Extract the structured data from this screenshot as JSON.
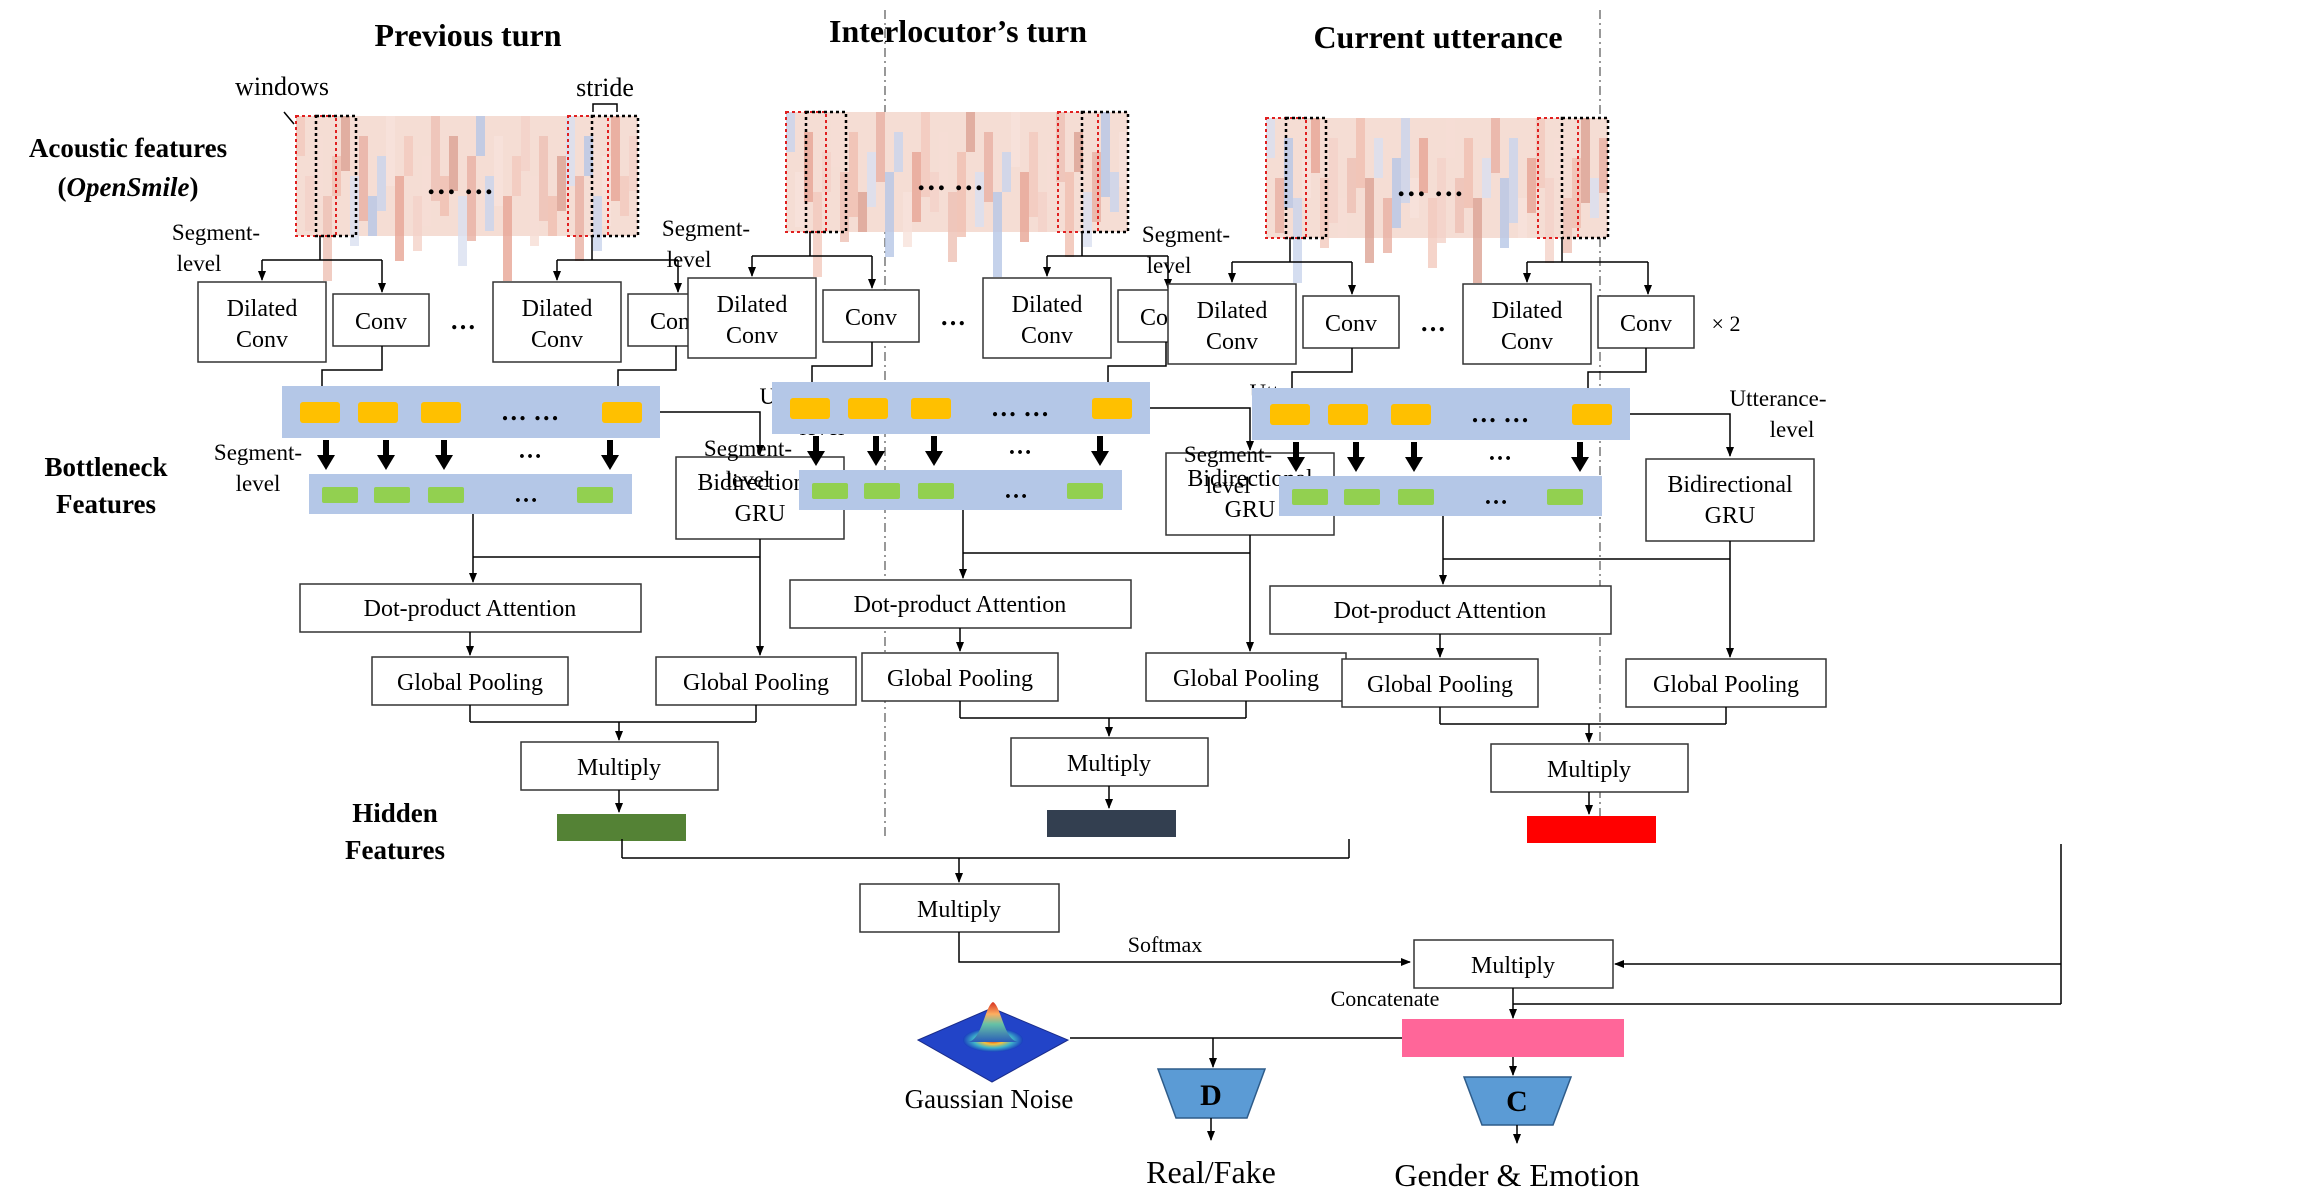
{
  "columns": [
    {
      "title": "Previous turn",
      "hidden_color": "#548235"
    },
    {
      "title": "Interlocutor’s turn",
      "hidden_color": "#333f50"
    },
    {
      "title": "Current utterance",
      "hidden_color": "#ff0000"
    }
  ],
  "labels": {
    "windows": "windows",
    "stride": "stride",
    "acoustic_line1": "Acoustic features",
    "acoustic_paren_open": "(",
    "acoustic_open_smile": "OpenSmile",
    "acoustic_paren_close": ")",
    "segment_level_a": "Segment-",
    "segment_level_b": "level",
    "utterance_level_a": "Utterance-",
    "utterance_level_b": "level",
    "bottleneck_line1": "Bottleneck",
    "bottleneck_line2": "Features",
    "hidden_line1": "Hidden",
    "hidden_line2": "Features",
    "ellipsis": "…",
    "ellipsis_double": "… …",
    "times2": "× 2"
  },
  "nodes": {
    "dilated_conv_1": "Dilated",
    "dilated_conv_2": "Conv",
    "conv": "Conv",
    "bigru_1": "Bidirectional",
    "bigru_2": "GRU",
    "attention": "Dot-product Attention",
    "global_pooling": "Global Pooling",
    "multiply": "Multiply",
    "softmax": "Softmax",
    "concatenate": "Concatenate",
    "gaussian_noise": "Gaussian Noise",
    "discriminator": "D",
    "classifier": "C",
    "real_fake": "Real/Fake",
    "gender_emotion": "Gender & Emotion"
  },
  "colors": {
    "bottleneck_band": "#b4c7e7",
    "segment_token": "#ffc000",
    "bottleneck_token": "#92d050",
    "concat_bar": "#ff6699",
    "head_fill": "#5b9bd5"
  }
}
